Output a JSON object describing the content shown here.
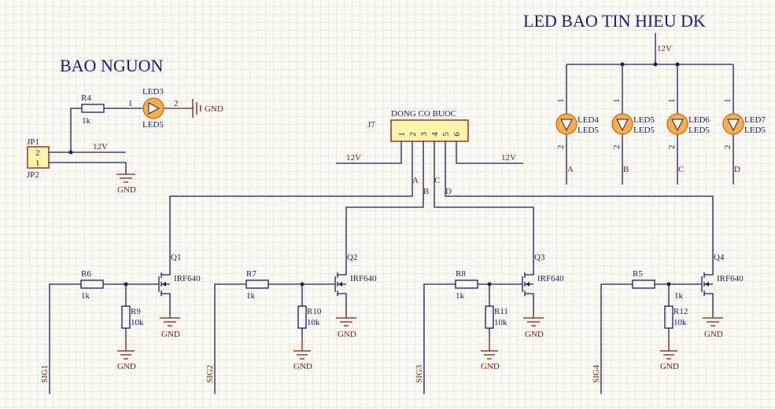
{
  "titles": {
    "power": "BAO NGUON",
    "signal_leds": "LED BAO TIN HIEU DK"
  },
  "power_section": {
    "connector": {
      "ref": "JP1",
      "name": "JP2",
      "pins": [
        "2",
        "1"
      ]
    },
    "resistor": {
      "ref": "R4",
      "value": "1k"
    },
    "led": {
      "ref": "LED3",
      "value": "LED5",
      "pin1": "1",
      "pin2": "2"
    },
    "net_12v": "12V",
    "gnd_label": "GND",
    "gnd_label2": "GND"
  },
  "motor_connector": {
    "title": "DONG CO BUOC",
    "ref": "J7",
    "pins": [
      "1",
      "2",
      "3",
      "4",
      "5",
      "6"
    ],
    "net_left": "12V",
    "net_right": "12V",
    "phase_labels": [
      "A",
      "B",
      "C",
      "D"
    ]
  },
  "signal_leds": {
    "supply": "12V",
    "leds": [
      {
        "ref": "LED4",
        "value": "LED5",
        "pin1": "1",
        "pin2": "2",
        "net": "A"
      },
      {
        "ref": "LED5",
        "value": "LED5",
        "pin1": "1",
        "pin2": "2",
        "net": "B"
      },
      {
        "ref": "LED6",
        "value": "LED5",
        "pin1": "1",
        "pin2": "2",
        "net": "C"
      },
      {
        "ref": "LED7",
        "value": "LED5",
        "pin1": "1",
        "pin2": "2",
        "net": "D"
      }
    ]
  },
  "drivers": [
    {
      "q_ref": "Q1",
      "q_part": "IRF640",
      "r_gate": "R6",
      "r_gate_val": "1k",
      "r_pull": "R9",
      "r_pull_val": "10k",
      "signal": "SIG1",
      "gnd": "GND"
    },
    {
      "q_ref": "Q2",
      "q_part": "IRF640",
      "r_gate": "R7",
      "r_gate_val": "1k",
      "r_pull": "R10",
      "r_pull_val": "10k",
      "signal": "SIG2",
      "gnd": "GND"
    },
    {
      "q_ref": "Q3",
      "q_part": "IRF640",
      "r_gate": "R8",
      "r_gate_val": "1k",
      "r_pull": "R11",
      "r_pull_val": "10k",
      "signal": "SIG3",
      "gnd": "GND"
    },
    {
      "q_ref": "Q4",
      "q_part": "IRF640",
      "r_gate": "R5",
      "r_gate_val": "1k",
      "r_pull": "R12",
      "r_pull_val": "10k",
      "signal": "SIG4",
      "gnd": "GND"
    }
  ]
}
